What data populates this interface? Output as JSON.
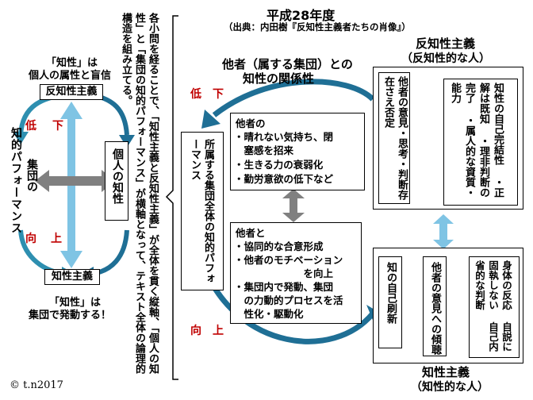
{
  "header": {
    "title": "平成28年度",
    "source": "（出典：内田樹『反知性主義者たちの肖像』）"
  },
  "center_heading": [
    "他者（属する集団）との",
    "知性の関係性"
  ],
  "left": {
    "top_note": [
      "「知性」は",
      "個人の属性と盲信"
    ],
    "bottom_note": [
      "「知性」は",
      "集団で発動する！"
    ],
    "top_box": "反知性主義",
    "bottom_box": "知性主義",
    "vertical_label": "知的パフォーマンス",
    "group_label": "集団の",
    "low": "低",
    "down": "下",
    "dir": "向",
    "up": "上",
    "individual": "個人の知性"
  },
  "middle_note": "各小問を経ることで、「知性主義と反知性主義」が全体を貫く縦軸、「個人の知性」と「集団の知的パフォーマンス」が横軸となって、テキスト全体の論理的構造を組み立てる。",
  "group_box": "所属する集団全体の知的パフォーマンス",
  "low_down": "低　下",
  "up_up": "向　上",
  "others_top": {
    "head": "他者の",
    "items": [
      "・晴れない気持ち、閉",
      "　塞感を招来",
      "・生きる力の衰弱化",
      "・勤労意欲の低下など"
    ]
  },
  "others_bottom": {
    "head": "他者と",
    "items": [
      "・協同的な合意形成",
      "・他者のモチベーション",
      "　　　　　　　を向上",
      "・集団内で発動、集団",
      "　の力動的プロセスを活",
      "　性化・駆動化"
    ]
  },
  "right_top": {
    "title": "反知性主義",
    "subtitle": "（反知性的な人）",
    "col_a": "他者の意見・思考・判断存在さえ否定",
    "col_b": [
      "知性の自己完結性",
      "・正解は既知",
      "・理非判断の完了",
      "・属人的な資質・能力"
    ]
  },
  "right_bottom": {
    "title": "知性主義",
    "subtitle": "（知性的な人）",
    "col_a": "知の自己刷新",
    "col_b": "他者の意見への傾聴",
    "col_c": [
      "身体の反応",
      "自説に固執しない",
      "自己内省的な判断"
    ]
  },
  "copyright": "© t.n2017"
}
